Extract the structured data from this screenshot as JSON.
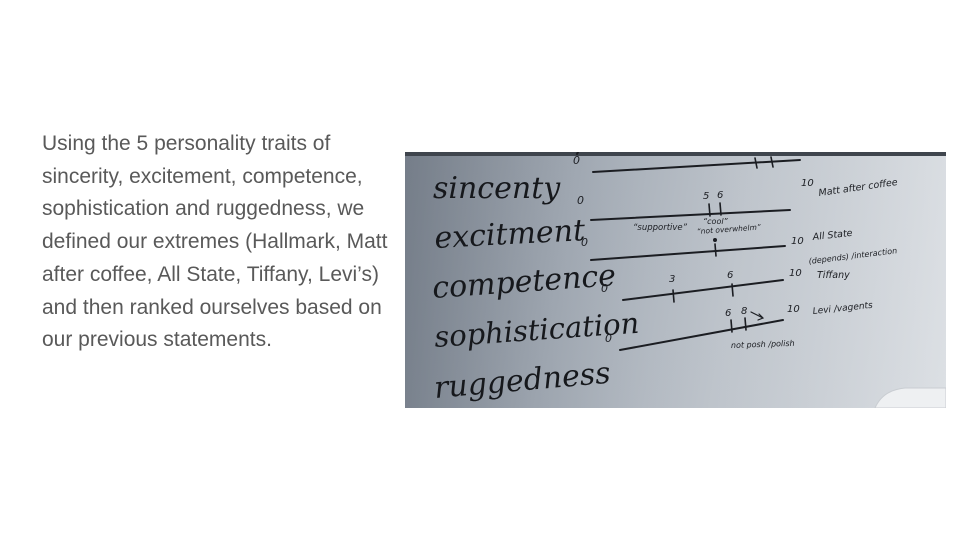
{
  "slide": {
    "body_text": "Using the 5 personality traits of sincerity, excitement, competence, sophistication and ruggedness, we defined our extremes (Hallmark, Matt after coffee, All State, Tiffany, Levi’s) and then ranked ourselves based on our previous statements."
  },
  "whiteboard": {
    "traits": [
      "sincenty",
      "excitment",
      "competence",
      "sophistication",
      "ruggedness"
    ],
    "scale_min": [
      "0",
      "0",
      "0",
      "0",
      "0"
    ],
    "scale_max": [
      "10",
      "10",
      "10",
      "10"
    ],
    "ends": [
      "Matt after coffee",
      "All State",
      "(depends) /interaction",
      "Tiffany",
      "Levi /vagents"
    ],
    "tick_labels": [
      "5",
      "6",
      "3",
      "6",
      "6",
      "8"
    ],
    "notes": [
      "“supportive”",
      "“cool”",
      "“not overwhelm”",
      "not posh /polish"
    ]
  }
}
